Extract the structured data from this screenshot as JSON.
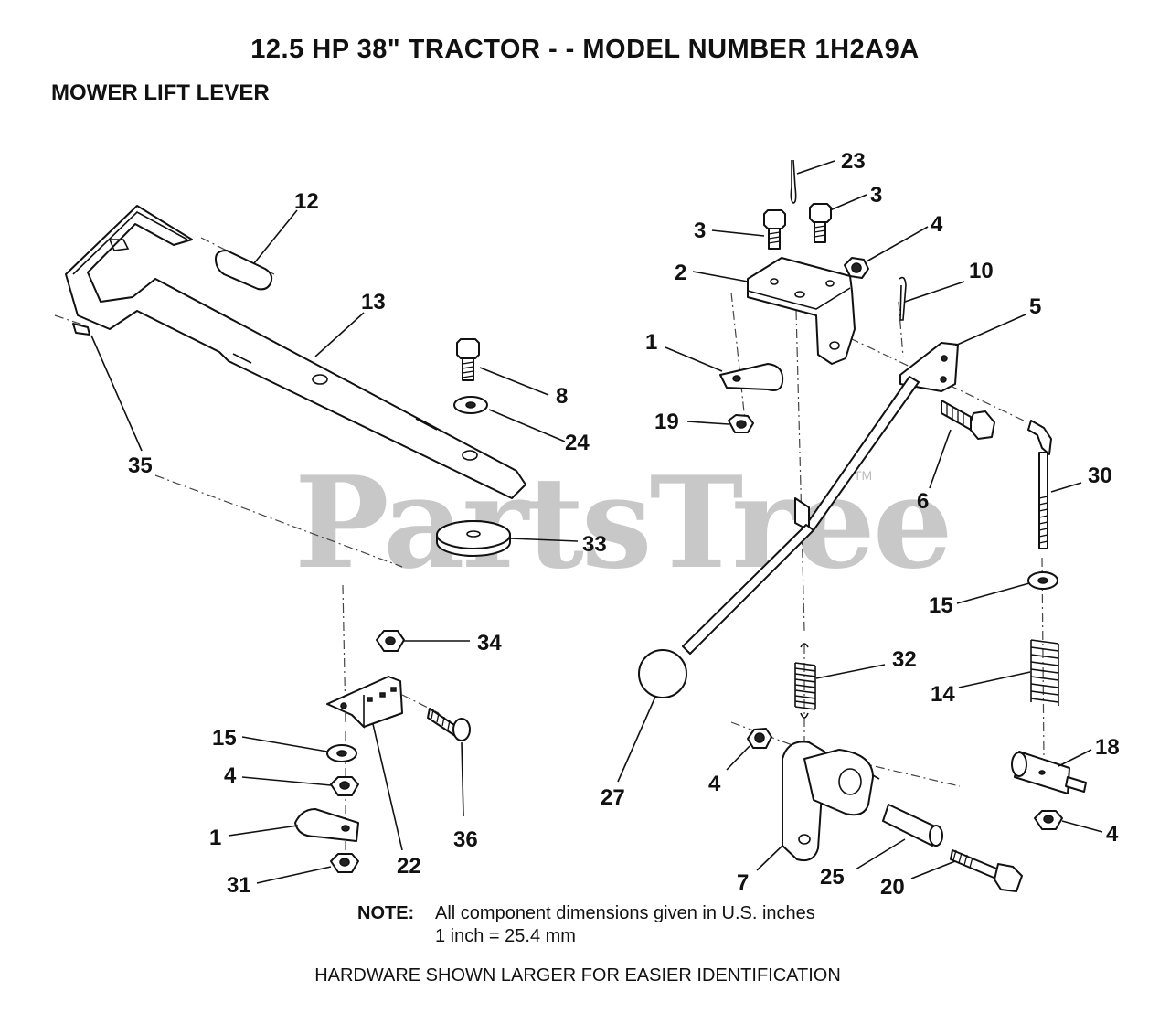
{
  "header": {
    "title": "12.5 HP 38\" TRACTOR - - MODEL NUMBER 1H2A9A",
    "subtitle": "MOWER LIFT LEVER"
  },
  "watermark": {
    "text": "PartsTree",
    "tm": "TM"
  },
  "callouts": [
    "23",
    "12",
    "3",
    "3",
    "4",
    "2",
    "10",
    "13",
    "5",
    "1",
    "8",
    "19",
    "24",
    "35",
    "6",
    "30",
    "33",
    "15",
    "34",
    "32",
    "14",
    "15",
    "18",
    "4",
    "27",
    "4",
    "4",
    "36",
    "1",
    "22",
    "31",
    "7",
    "25",
    "20",
    "4"
  ],
  "note": {
    "label": "NOTE:",
    "line1": "All component dimensions given in U.S. inches",
    "line2": "1 inch = 25.4 mm"
  },
  "footer": {
    "hardware": "HARDWARE SHOWN LARGER FOR EASIER IDENTIFICATION"
  }
}
